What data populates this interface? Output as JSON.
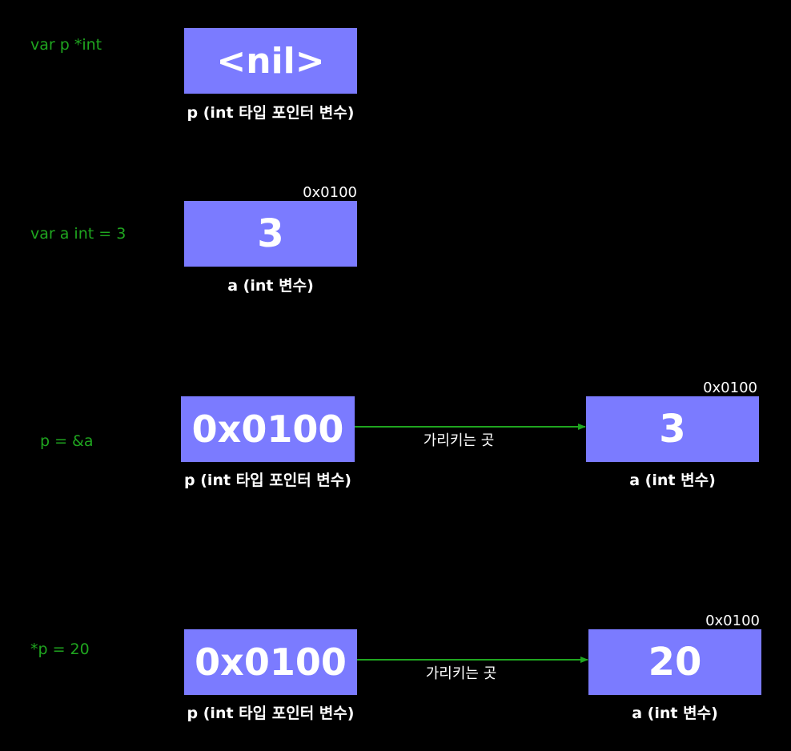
{
  "colors": {
    "background": "#000000",
    "code_text": "#1fa51f",
    "box_fill": "#7b7bff",
    "arrow": "#1fa51f",
    "text": "#ffffff"
  },
  "steps": [
    {
      "code": "var p *int",
      "box": {
        "value": "<nil>",
        "caption": "p (int 타입 포인터 변수)"
      }
    },
    {
      "code": "var a int = 3",
      "box": {
        "value": "3",
        "caption": "a (int 변수)",
        "address": "0x0100"
      }
    },
    {
      "code": "p = &a",
      "pointer": {
        "value": "0x0100",
        "caption": "p (int 타입 포인터 변수)"
      },
      "arrow_label": "가리키는 곳",
      "target": {
        "value": "3",
        "caption": "a (int 변수)",
        "address": "0x0100"
      }
    },
    {
      "code": "*p = 20",
      "pointer": {
        "value": "0x0100",
        "caption": "p (int 타입 포인터 변수)"
      },
      "arrow_label": "가리키는 곳",
      "target": {
        "value": "20",
        "caption": "a (int 변수)",
        "address": "0x0100"
      }
    }
  ]
}
